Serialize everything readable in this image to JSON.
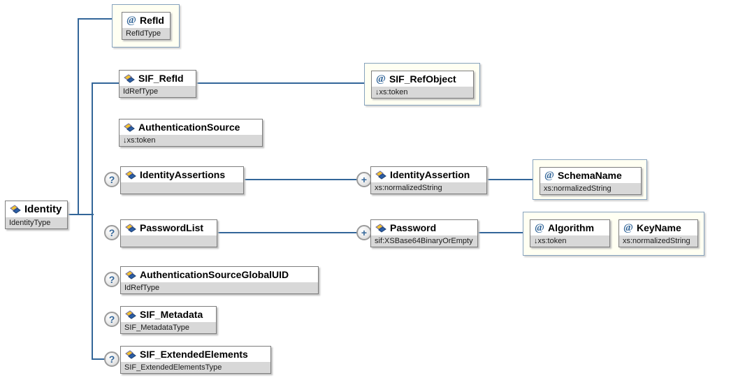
{
  "root": {
    "name": "Identity",
    "type": "IdentityType"
  },
  "nodes": {
    "refid": {
      "name": "RefId",
      "type": "RefIdType"
    },
    "sif_refid": {
      "name": "SIF_RefId",
      "type": "IdRefType"
    },
    "sif_refobject": {
      "name": "SIF_RefObject",
      "type": "↓xs:token"
    },
    "authenticationsource": {
      "name": "AuthenticationSource",
      "type": "↓xs:token"
    },
    "identityassertions": {
      "name": "IdentityAssertions",
      "type": ""
    },
    "identityassertion": {
      "name": "IdentityAssertion",
      "type": "xs:normalizedString"
    },
    "schemaname": {
      "name": "SchemaName",
      "type": "xs:normalizedString"
    },
    "passwordlist": {
      "name": "PasswordList",
      "type": ""
    },
    "password": {
      "name": "Password",
      "type": "sif:XSBase64BinaryOrEmpty"
    },
    "algorithm": {
      "name": "Algorithm",
      "type": "↓xs:token"
    },
    "keyname": {
      "name": "KeyName",
      "type": "xs:normalizedString"
    },
    "authsourceglobaluid": {
      "name": "AuthenticationSourceGlobalUID",
      "type": "IdRefType"
    },
    "sif_metadata": {
      "name": "SIF_Metadata",
      "type": "SIF_MetadataType"
    },
    "sif_extendedelements": {
      "name": "SIF_ExtendedElements",
      "type": "SIF_ExtendedElementsType"
    }
  },
  "glyphs": {
    "attribute": "@",
    "optional": "?",
    "repeat": "+"
  },
  "colors": {
    "connector": "#336699",
    "container_bg": "#fffff2",
    "container_border": "#86a2bd",
    "type_row_bg": "#d8d8d8",
    "accent_blue": "#336699"
  }
}
